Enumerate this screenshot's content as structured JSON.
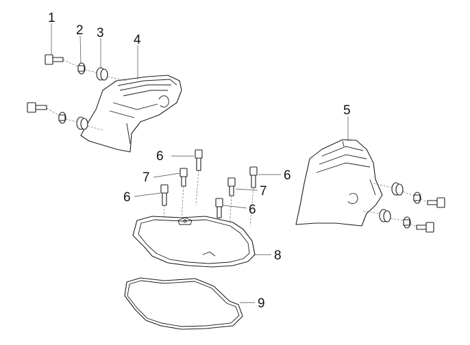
{
  "callouts": [
    {
      "id": "c1",
      "text": "1"
    },
    {
      "id": "c2",
      "text": "2"
    },
    {
      "id": "c3",
      "text": "3"
    },
    {
      "id": "c4",
      "text": "4"
    },
    {
      "id": "c5",
      "text": "5"
    },
    {
      "id": "c6a",
      "text": "6"
    },
    {
      "id": "c6b",
      "text": "6"
    },
    {
      "id": "c6c",
      "text": "6"
    },
    {
      "id": "c6d",
      "text": "6"
    },
    {
      "id": "c7a",
      "text": "7"
    },
    {
      "id": "c7b",
      "text": "7"
    },
    {
      "id": "c8",
      "text": "8"
    },
    {
      "id": "c9",
      "text": "9"
    }
  ]
}
